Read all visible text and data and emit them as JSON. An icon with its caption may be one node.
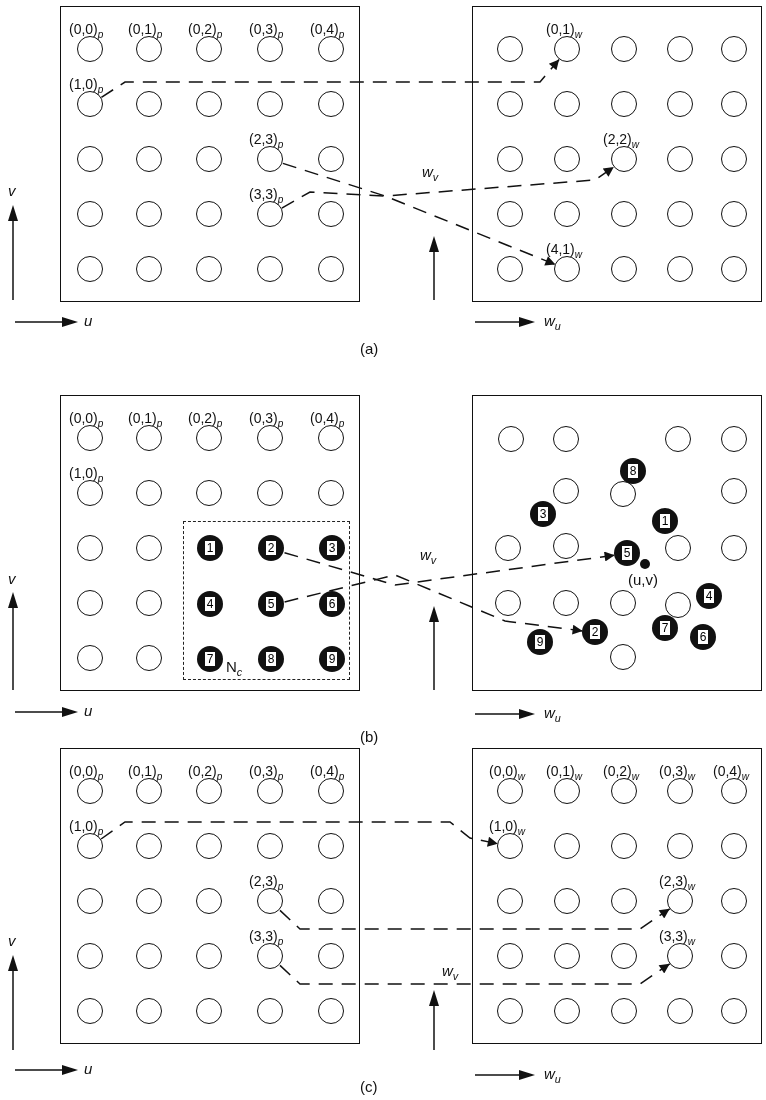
{
  "diagram": {
    "nodes": [
      {
        "text": [],
        "shape": "box"
      },
      {
        "text": [],
        "shape": "circle",
        "in": 0,
        "beside": [
          "(0,0)$_{p}$"
        ]
      },
      {
        "text": [],
        "shape": "circle",
        "in": 0,
        "beside": [
          "(0,1)$_{p}$"
        ]
      },
      {
        "text": [],
        "shape": "circle",
        "in": 0,
        "beside": [
          "(0,2)$_{p}$"
        ]
      },
      {
        "text": [],
        "shape": "circle",
        "in": 0,
        "beside": [
          "(0,3)$_{p}$"
        ]
      },
      {
        "text": [],
        "shape": "circle",
        "in": 0,
        "beside": [
          "(0,4)$_{p}$"
        ]
      },
      {
        "text": [],
        "shape": "circle",
        "in": 0,
        "beside": [
          "(1,0)$_{p}$"
        ]
      },
      {
        "text": [],
        "shape": "circle",
        "in": 0
      },
      {
        "text": [],
        "shape": "circle",
        "in": 0
      },
      {
        "text": [],
        "shape": "circle",
        "in": 0
      },
      {
        "text": [],
        "shape": "circle",
        "in": 0
      },
      {
        "text": [],
        "shape": "circle",
        "in": 0
      },
      {
        "text": [],
        "shape": "circle",
        "in": 0
      },
      {
        "text": [],
        "shape": "circle",
        "in": 0
      },
      {
        "text": [],
        "shape": "circle",
        "in": 0,
        "beside": [
          "(2,3)$_{p}$"
        ]
      },
      {
        "text": [],
        "shape": "circle",
        "in": 0
      },
      {
        "text": [],
        "shape": "circle",
        "in": 0
      },
      {
        "text": [],
        "shape": "circle",
        "in": 0
      },
      {
        "text": [],
        "shape": "circle",
        "in": 0
      },
      {
        "text": [],
        "shape": "circle",
        "in": 0,
        "beside": [
          "(3,3)$_{p}$"
        ]
      },
      {
        "text": [],
        "shape": "circle",
        "in": 0
      },
      {
        "text": [],
        "shape": "circle",
        "in": 0
      },
      {
        "text": [],
        "shape": "circle",
        "in": 0
      },
      {
        "text": [],
        "shape": "circle",
        "in": 0
      },
      {
        "text": [],
        "shape": "circle",
        "in": 0
      },
      {
        "text": [],
        "shape": "circle",
        "in": 0
      },
      {
        "text": [],
        "shape": "box"
      },
      {
        "text": [],
        "shape": "circle",
        "in": 26
      },
      {
        "text": [],
        "shape": "circle",
        "in": 26,
        "beside": [
          "(0,1)$_{w}$"
        ]
      },
      {
        "text": [],
        "shape": "circle",
        "in": 26
      },
      {
        "text": [],
        "shape": "circle",
        "in": 26
      },
      {
        "text": [],
        "shape": "circle",
        "in": 26
      },
      {
        "text": [],
        "shape": "circle",
        "in": 26
      },
      {
        "text": [],
        "shape": "circle",
        "in": 26
      },
      {
        "text": [],
        "shape": "circle",
        "in": 26
      },
      {
        "text": [],
        "shape": "circle",
        "in": 26
      },
      {
        "text": [],
        "shape": "circle",
        "in": 26
      },
      {
        "text": [],
        "shape": "circle",
        "in": 26
      },
      {
        "text": [],
        "shape": "circle",
        "in": 26
      },
      {
        "text": [],
        "shape": "circle",
        "in": 26,
        "beside": [
          "(2,2)$_{w}$"
        ]
      },
      {
        "text": [],
        "shape": "circle",
        "in": 26
      },
      {
        "text": [],
        "shape": "circle",
        "in": 26
      },
      {
        "text": [],
        "shape": "circle",
        "in": 26
      },
      {
        "text": [],
        "shape": "circle",
        "in": 26
      },
      {
        "text": [],
        "shape": "circle",
        "in": 26
      },
      {
        "text": [],
        "shape": "circle",
        "in": 26
      },
      {
        "text": [],
        "shape": "circle",
        "in": 26
      },
      {
        "text": [],
        "shape": "circle",
        "in": 26
      },
      {
        "text": [],
        "shape": "circle",
        "in": 26,
        "beside": [
          "(4,1)$_{w}$"
        ]
      },
      {
        "text": [],
        "shape": "circle",
        "in": 26
      },
      {
        "text": [],
        "shape": "circle",
        "in": 26
      },
      {
        "text": [],
        "shape": "circle",
        "in": 26
      },
      {
        "text": [],
        "shape": "box"
      },
      {
        "text": [],
        "shape": "circle",
        "in": 52,
        "beside": [
          "(0,0)$_{p}$"
        ]
      },
      {
        "text": [],
        "shape": "circle",
        "in": 52,
        "beside": [
          "(0,1)$_{p}$"
        ]
      },
      {
        "text": [],
        "shape": "circle",
        "in": 52,
        "beside": [
          "(0,2)$_{p}$"
        ]
      },
      {
        "text": [],
        "shape": "circle",
        "in": 52,
        "beside": [
          "(0,3)$_{p}$"
        ]
      },
      {
        "text": [],
        "shape": "circle",
        "in": 52,
        "beside": [
          "(0,4)$_{p}$"
        ]
      },
      {
        "text": [],
        "shape": "circle",
        "in": 52,
        "beside": [
          "(1,0)$_{p}$"
        ]
      },
      {
        "text": [],
        "shape": "circle",
        "in": 52
      },
      {
        "text": [],
        "shape": "circle",
        "in": 52
      },
      {
        "text": [],
        "shape": "circle",
        "in": 52
      },
      {
        "text": [],
        "shape": "circle",
        "in": 52
      },
      {
        "text": [],
        "shape": "circle",
        "in": 52
      },
      {
        "text": [],
        "shape": "circle",
        "in": 52
      },
      {
        "text": [],
        "shape": "circle",
        "in": 52
      },
      {
        "text": [],
        "shape": "circle",
        "in": 52
      },
      {
        "text": [],
        "shape": "circle",
        "in": 52
      },
      {
        "text": [],
        "shape": "circle",
        "in": 52
      },
      {
        "text": [
          "N$_{c}$"
        ],
        "in": 52
      },
      {
        "text": [
          "1"
        ],
        "in": 69
      },
      {
        "text": [
          "2"
        ],
        "in": 69
      },
      {
        "text": [
          "3"
        ],
        "in": 69
      },
      {
        "text": [
          "4"
        ],
        "in": 69
      },
      {
        "text": [
          "5"
        ],
        "in": 69
      },
      {
        "text": [
          "6"
        ],
        "in": 69
      },
      {
        "text": [
          "7"
        ],
        "in": 69
      },
      {
        "text": [
          "8"
        ],
        "in": 69
      },
      {
        "text": [
          "9"
        ],
        "in": 69
      },
      {
        "text": [],
        "shape": "box"
      },
      {
        "text": [],
        "shape": "circle",
        "in": 79
      },
      {
        "text": [],
        "shape": "circle",
        "in": 79
      },
      {
        "text": [],
        "shape": "circle",
        "in": 79
      },
      {
        "text": [],
        "shape": "circle",
        "in": 79
      },
      {
        "text": [
          "8"
        ],
        "in": 79
      },
      {
        "text": [],
        "shape": "circle",
        "in": 79
      },
      {
        "text": [],
        "shape": "circle",
        "in": 79
      },
      {
        "text": [],
        "shape": "circle",
        "in": 79
      },
      {
        "text": [
          "3"
        ],
        "in": 79
      },
      {
        "text": [
          "1"
        ],
        "in": 79
      },
      {
        "text": [],
        "shape": "circle",
        "in": 79
      },
      {
        "text": [],
        "shape": "circle",
        "in": 79
      },
      {
        "text": [
          "5"
        ],
        "in": 79
      },
      {
        "text": [],
        "shape": "circle",
        "in": 79
      },
      {
        "text": [],
        "shape": "circle",
        "in": 79
      },
      {
        "text": [
          "4"
        ],
        "in": 79
      },
      {
        "text": [],
        "shape": "circle",
        "in": 79
      },
      {
        "text": [],
        "shape": "circle",
        "in": 79
      },
      {
        "text": [],
        "shape": "circle",
        "in": 79
      },
      {
        "text": [],
        "shape": "circle",
        "in": 79
      },
      {
        "text": [
          "9"
        ],
        "in": 79
      },
      {
        "text": [
          "2"
        ],
        "in": 79
      },
      {
        "text": [
          "7"
        ],
        "in": 79
      },
      {
        "text": [
          "6"
        ],
        "in": 79
      },
      {
        "text": [],
        "shape": "circle",
        "in": 79
      },
      {
        "text": [],
        "shape": "box"
      },
      {
        "text": [],
        "shape": "circle",
        "in": 105,
        "beside": [
          "(0,0)$_{p}$"
        ]
      },
      {
        "text": [],
        "shape": "circle",
        "in": 105,
        "beside": [
          "(0,1)$_{p}$"
        ]
      },
      {
        "text": [],
        "shape": "circle",
        "in": 105,
        "beside": [
          "(0,2)$_{p}$"
        ]
      },
      {
        "text": [],
        "shape": "circle",
        "in": 105,
        "beside": [
          "(0,3)$_{p}$"
        ]
      },
      {
        "text": [],
        "shape": "circle",
        "in": 105,
        "beside": [
          "(0,4)$_{p}$"
        ]
      },
      {
        "text": [],
        "shape": "circle",
        "in": 105,
        "beside": [
          "(1,0)$_{p}$"
        ]
      },
      {
        "text": [],
        "shape": "circle",
        "in": 105
      },
      {
        "text": [],
        "shape": "circle",
        "in": 105
      },
      {
        "text": [],
        "shape": "circle",
        "in": 105
      },
      {
        "text": [],
        "shape": "circle",
        "in": 105
      },
      {
        "text": [],
        "shape": "circle",
        "in": 105
      },
      {
        "text": [],
        "shape": "circle",
        "in": 105
      },
      {
        "text": [],
        "shape": "circle",
        "in": 105
      },
      {
        "text": [],
        "shape": "circle",
        "in": 105,
        "beside": [
          "(2,3)$_{p}$"
        ]
      },
      {
        "text": [],
        "shape": "circle",
        "in": 105
      },
      {
        "text": [],
        "shape": "circle",
        "in": 105
      },
      {
        "text": [],
        "shape": "circle",
        "in": 105
      },
      {
        "text": [],
        "shape": "circle",
        "in": 105
      },
      {
        "text": [],
        "shape": "circle",
        "in": 105,
        "beside": [
          "(3,3)$_{p}$"
        ]
      },
      {
        "text": [],
        "shape": "circle",
        "in": 105
      },
      {
        "text": [],
        "shape": "circle",
        "in": 105
      },
      {
        "text": [],
        "shape": "circle",
        "in": 105
      },
      {
        "text": [],
        "shape": "circle",
        "in": 105
      },
      {
        "text": [],
        "shape": "circle",
        "in": 105
      },
      {
        "text": [],
        "shape": "circle",
        "in": 105
      },
      {
        "text": [],
        "shape": "box"
      },
      {
        "text": [],
        "shape": "circle",
        "in": 131,
        "beside": [
          "(0,0)$_{w}$"
        ]
      },
      {
        "text": [],
        "shape": "circle",
        "in": 131,
        "beside": [
          "(0,1)$_{w}$"
        ]
      },
      {
        "text": [],
        "shape": "circle",
        "in": 131,
        "beside": [
          "(0,2)$_{w}$"
        ]
      },
      {
        "text": [],
        "shape": "circle",
        "in": 131,
        "beside": [
          "(0,3)$_{w}$"
        ]
      },
      {
        "text": [],
        "shape": "circle",
        "in": 131,
        "beside": [
          "(0,4)$_{w}$"
        ]
      },
      {
        "text": [],
        "shape": "circle",
        "in": 131,
        "beside": [
          "(1,0)$_{w}$"
        ]
      },
      {
        "text": [],
        "shape": "circle",
        "in": 131
      },
      {
        "text": [],
        "shape": "circle",
        "in": 131
      },
      {
        "text": [],
        "shape": "circle",
        "in": 131
      },
      {
        "text": [],
        "shape": "circle",
        "in": 131
      },
      {
        "text": [],
        "shape": "circle",
        "in": 131
      },
      {
        "text": [],
        "shape": "circle",
        "in": 131
      },
      {
        "text": [],
        "shape": "circle",
        "in": 131
      },
      {
        "text": [],
        "shape": "circle",
        "in": 131,
        "beside": [
          "(2,3)$_{w}$"
        ]
      },
      {
        "text": [],
        "shape": "circle",
        "in": 131
      },
      {
        "text": [],
        "shape": "circle",
        "in": 131
      },
      {
        "text": [],
        "shape": "circle",
        "in": 131
      },
      {
        "text": [],
        "shape": "circle",
        "in": 131
      },
      {
        "text": [],
        "shape": "circle",
        "in": 131,
        "beside": [
          "(3,3)$_{w}$"
        ]
      },
      {
        "text": [],
        "shape": "circle",
        "in": 131
      },
      {
        "text": [],
        "shape": "circle",
        "in": 131
      },
      {
        "text": [],
        "shape": "circle",
        "in": 131
      },
      {
        "text": [],
        "shape": "circle",
        "in": 131
      },
      {
        "text": [],
        "shape": "circle",
        "in": 131
      },
      {
        "text": [],
        "shape": "circle",
        "in": 131
      }
    ],
    "edges": [
      {
        "from": 6,
        "to": 28,
        "arrow": "to",
        "style": "dashed"
      },
      {
        "from": 14,
        "to": 39,
        "arrow": "to",
        "style": "dashed"
      },
      {
        "from": 19,
        "to": 48,
        "arrow": "to",
        "style": "dashed"
      },
      {
        "from": 71,
        "to": 92,
        "arrow": "to",
        "style": "dashed"
      },
      {
        "from": 74,
        "to": 101,
        "arrow": "to",
        "style": "dashed"
      },
      {
        "from": 111,
        "to": 137,
        "arrow": "to",
        "style": "dashed"
      },
      {
        "from": 119,
        "to": 145,
        "arrow": "to",
        "style": "dashed"
      },
      {
        "from": 124,
        "to": 150,
        "arrow": "to",
        "style": "dashed"
      }
    ],
    "labels": [
      "w$_{v}$",
      "v",
      "u",
      "w$_{u}$",
      "(a)",
      "(u,v)",
      "w$_{v}$",
      "v",
      "u",
      "w$_{u}$",
      "(b)",
      "w$_{v}$",
      "v",
      "u",
      "w$_{u}$",
      "(c)"
    ]
  }
}
